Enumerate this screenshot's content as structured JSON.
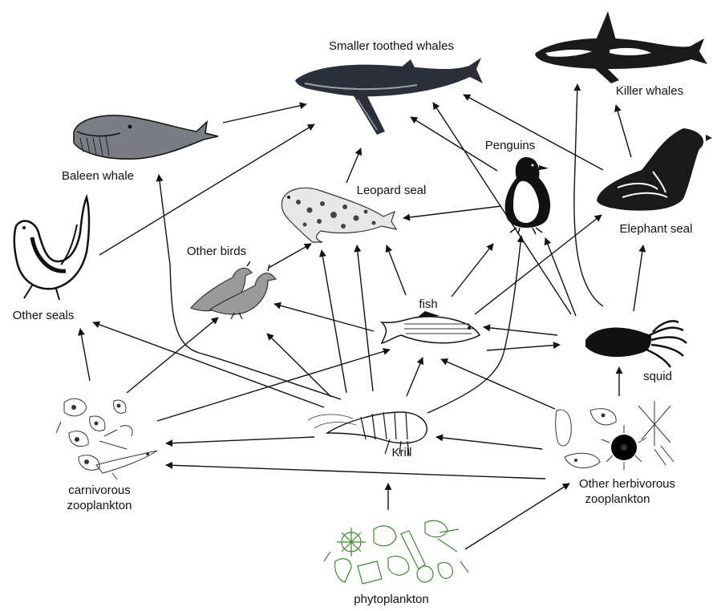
{
  "title": "",
  "colors": {
    "ink": "#111111",
    "phytoplankton": "#3a8a2e",
    "whale_dark": "#2b2f3a",
    "whale_grey": "#7a7d84",
    "seal_spot": "#444444"
  },
  "nodes": {
    "smaller_toothed_whales": {
      "label": "Smaller toothed whales",
      "icon": "toothed-whale-icon"
    },
    "killer_whales": {
      "label": "Killer whales",
      "icon": "orca-icon"
    },
    "baleen_whale": {
      "label": "Baleen whale",
      "icon": "baleen-whale-icon"
    },
    "leopard_seal": {
      "label": "Leopard seal",
      "icon": "leopard-seal-icon"
    },
    "penguins": {
      "label": "Penguins",
      "icon": "penguin-icon"
    },
    "elephant_seal": {
      "label": "Elephant seal",
      "icon": "elephant-seal-icon"
    },
    "other_seals": {
      "label": "Other seals",
      "icon": "seal-icon"
    },
    "other_birds": {
      "label": "Other birds",
      "icon": "bird-icon"
    },
    "fish": {
      "label": "fish",
      "icon": "fish-icon"
    },
    "squid": {
      "label": "squid",
      "icon": "squid-icon"
    },
    "krill": {
      "label": "Krill",
      "icon": "krill-icon"
    },
    "carnivorous_zooplankton": {
      "label_line1": "carnivorous",
      "label_line2": "zooplankton",
      "icon": "carnivorous-zooplankton-icon"
    },
    "other_herbivorous_zooplankton": {
      "label_line1": "Other herbivorous",
      "label_line2": "zooplankton",
      "icon": "herbivorous-zooplankton-icon"
    },
    "phytoplankton": {
      "label": "phytoplankton",
      "icon": "phytoplankton-icon"
    }
  },
  "edges": [
    {
      "from": "baleen_whale",
      "to": "smaller_toothed_whales"
    },
    {
      "from": "other_seals",
      "to": "smaller_toothed_whales"
    },
    {
      "from": "leopard_seal",
      "to": "smaller_toothed_whales"
    },
    {
      "from": "penguins",
      "to": "smaller_toothed_whales"
    },
    {
      "from": "penguins",
      "to": "leopard_seal"
    },
    {
      "from": "elephant_seal",
      "to": "smaller_toothed_whales"
    },
    {
      "from": "elephant_seal",
      "to": "killer_whales"
    },
    {
      "from": "squid",
      "to": "killer_whales"
    },
    {
      "from": "squid",
      "to": "smaller_toothed_whales"
    },
    {
      "from": "squid",
      "to": "elephant_seal"
    },
    {
      "from": "squid",
      "to": "penguins"
    },
    {
      "from": "squid",
      "to": "fish"
    },
    {
      "from": "fish",
      "to": "leopard_seal"
    },
    {
      "from": "fish",
      "to": "penguins"
    },
    {
      "from": "fish",
      "to": "elephant_seal"
    },
    {
      "from": "fish",
      "to": "other_birds"
    },
    {
      "from": "fish",
      "to": "squid"
    },
    {
      "from": "krill",
      "to": "baleen_whale"
    },
    {
      "from": "krill",
      "to": "leopard_seal"
    },
    {
      "from": "krill",
      "to": "other_birds"
    },
    {
      "from": "krill",
      "to": "other_seals"
    },
    {
      "from": "krill",
      "to": "fish"
    },
    {
      "from": "krill",
      "to": "penguins"
    },
    {
      "from": "krill",
      "to": "carnivorous_zooplankton"
    },
    {
      "from": "other_birds",
      "to": "leopard_seal"
    },
    {
      "from": "carnivorous_zooplankton",
      "to": "other_seals"
    },
    {
      "from": "carnivorous_zooplankton",
      "to": "other_birds"
    },
    {
      "from": "carnivorous_zooplankton",
      "to": "fish"
    },
    {
      "from": "other_herbivorous_zooplankton",
      "to": "squid"
    },
    {
      "from": "other_herbivorous_zooplankton",
      "to": "fish"
    },
    {
      "from": "other_herbivorous_zooplankton",
      "to": "krill"
    },
    {
      "from": "other_herbivorous_zooplankton",
      "to": "carnivorous_zooplankton"
    },
    {
      "from": "phytoplankton",
      "to": "krill"
    },
    {
      "from": "phytoplankton",
      "to": "other_herbivorous_zooplankton"
    }
  ]
}
